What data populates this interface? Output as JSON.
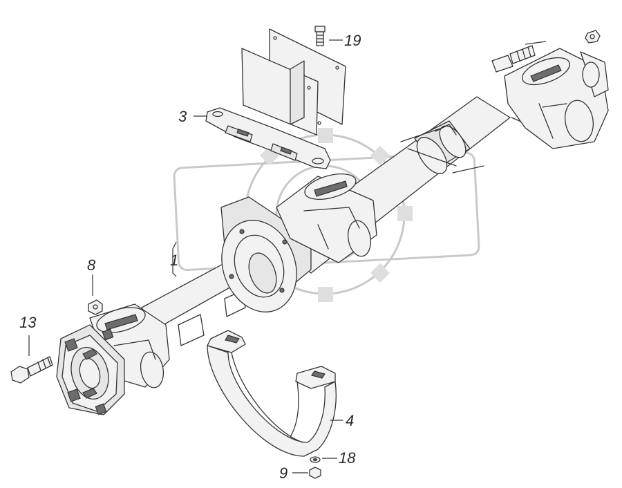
{
  "colors": {
    "line": "#333333",
    "part_fill": "#f2f2f2",
    "shade": "#6d6d6d",
    "watermark": "#cfcfcf"
  },
  "callouts": [
    {
      "id": "19",
      "text": "19"
    },
    {
      "id": "3",
      "text": "3"
    },
    {
      "id": "1",
      "text": "1"
    },
    {
      "id": "8",
      "text": "8"
    },
    {
      "id": "13",
      "text": "13"
    },
    {
      "id": "4",
      "text": "4"
    },
    {
      "id": "18",
      "text": "18"
    },
    {
      "id": "9",
      "text": "9"
    }
  ]
}
